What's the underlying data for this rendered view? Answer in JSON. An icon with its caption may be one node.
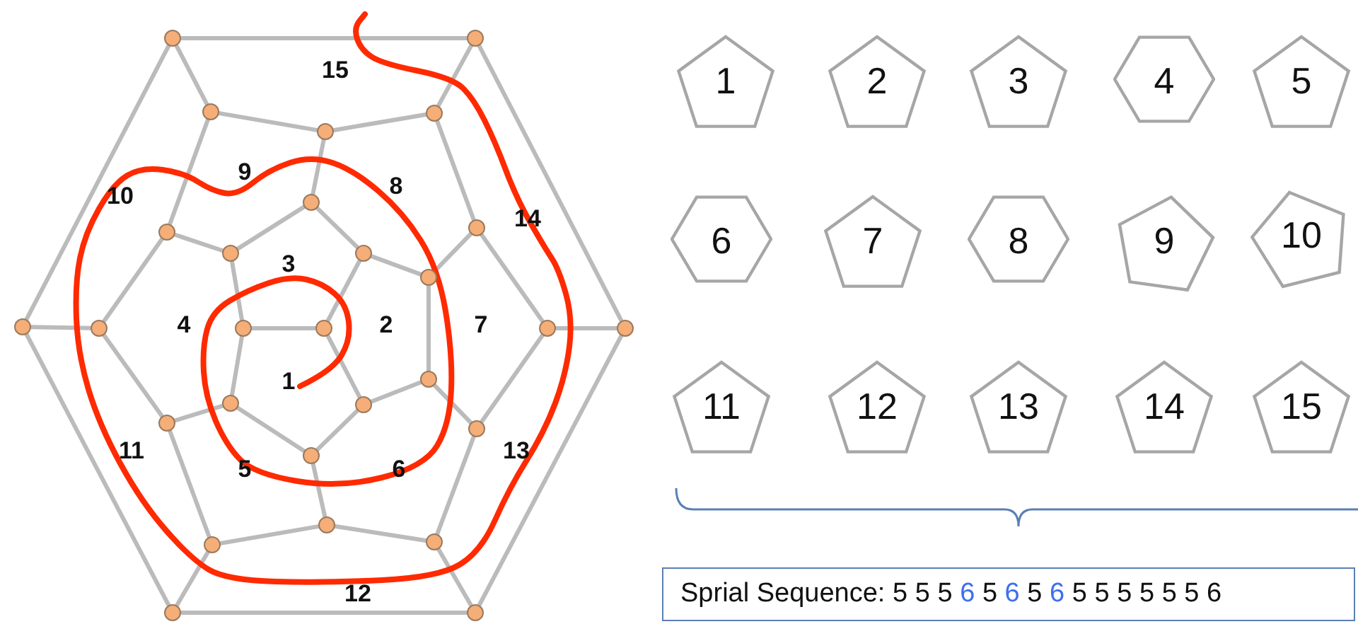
{
  "diagram": {
    "nodes": [
      {
        "text": [],
        "shape": "circle"
      },
      {
        "text": [],
        "shape": "circle"
      },
      {
        "text": [],
        "shape": "circle"
      },
      {
        "text": [],
        "shape": "circle"
      },
      {
        "text": [],
        "shape": "circle"
      },
      {
        "text": [],
        "shape": "circle"
      },
      {
        "text": [],
        "shape": "circle"
      },
      {
        "text": [],
        "shape": "circle"
      },
      {
        "text": [],
        "shape": "circle"
      },
      {
        "text": [],
        "shape": "circle"
      },
      {
        "text": [],
        "shape": "circle"
      },
      {
        "text": [],
        "shape": "circle"
      },
      {
        "text": [],
        "shape": "circle"
      },
      {
        "text": [],
        "shape": "circle"
      },
      {
        "text": [],
        "shape": "circle"
      },
      {
        "text": [],
        "shape": "circle"
      },
      {
        "text": [],
        "shape": "circle"
      },
      {
        "text": [],
        "shape": "circle"
      },
      {
        "text": [],
        "shape": "circle"
      },
      {
        "text": [],
        "shape": "circle"
      },
      {
        "text": [],
        "shape": "circle"
      },
      {
        "text": [],
        "shape": "circle"
      },
      {
        "text": [],
        "shape": "circle"
      },
      {
        "text": [],
        "shape": "circle"
      },
      {
        "text": [],
        "shape": "circle"
      },
      {
        "text": [],
        "shape": "circle"
      },
      {
        "text": [],
        "shape": "circle"
      },
      {
        "text": [],
        "shape": "circle"
      },
      {
        "text": [
          "1"
        ]
      },
      {
        "text": [
          "2"
        ]
      },
      {
        "text": [
          "3"
        ]
      },
      {
        "text": [
          "4"
        ]
      },
      {
        "text": [
          "5"
        ]
      },
      {
        "text": [
          "6"
        ]
      },
      {
        "text": [
          "7"
        ]
      },
      {
        "text": [
          "8"
        ]
      },
      {
        "text": [
          "9"
        ]
      },
      {
        "text": [
          "10"
        ]
      },
      {
        "text": [
          "11"
        ]
      },
      {
        "text": [
          "12"
        ]
      },
      {
        "text": [
          "13"
        ]
      },
      {
        "text": [
          "14"
        ]
      },
      {
        "text": [
          "15"
        ]
      },
      {
        "text": [
          "Sprial Sequence: 5 5 5 6 5 6 5 6 5 5 5 5 5 5 6"
        ]
      }
    ],
    "edges": [
      {
        "from": 0,
        "to": 1,
        "arrow": "none"
      },
      {
        "from": 1,
        "to": 16,
        "arrow": "none"
      },
      {
        "from": 16,
        "to": 27,
        "arrow": "none"
      },
      {
        "from": 27,
        "to": 26,
        "arrow": "none"
      },
      {
        "from": 26,
        "to": 11,
        "arrow": "none"
      },
      {
        "from": 11,
        "to": 0,
        "arrow": "none"
      },
      {
        "from": 0,
        "to": 2,
        "arrow": "none"
      },
      {
        "from": 1,
        "to": 4,
        "arrow": "none"
      },
      {
        "from": 16,
        "to": 15,
        "arrow": "none"
      },
      {
        "from": 27,
        "to": 25,
        "arrow": "none"
      },
      {
        "from": 26,
        "to": 24,
        "arrow": "none"
      },
      {
        "from": 11,
        "to": 12,
        "arrow": "none"
      },
      {
        "from": 2,
        "to": 3,
        "arrow": "none"
      },
      {
        "from": 3,
        "to": 4,
        "arrow": "none"
      },
      {
        "from": 4,
        "to": 6,
        "arrow": "none"
      },
      {
        "from": 6,
        "to": 15,
        "arrow": "none"
      },
      {
        "from": 15,
        "to": 21,
        "arrow": "none"
      },
      {
        "from": 21,
        "to": 25,
        "arrow": "none"
      },
      {
        "from": 25,
        "to": 23,
        "arrow": "none"
      },
      {
        "from": 23,
        "to": 24,
        "arrow": "none"
      },
      {
        "from": 24,
        "to": 20,
        "arrow": "none"
      },
      {
        "from": 20,
        "to": 12,
        "arrow": "none"
      },
      {
        "from": 12,
        "to": 7,
        "arrow": "none"
      },
      {
        "from": 7,
        "to": 2,
        "arrow": "none"
      },
      {
        "from": 3,
        "to": 5,
        "arrow": "none"
      },
      {
        "from": 6,
        "to": 10,
        "arrow": "none"
      },
      {
        "from": 21,
        "to": 17,
        "arrow": "none"
      },
      {
        "from": 23,
        "to": 22,
        "arrow": "none"
      },
      {
        "from": 20,
        "to": 19,
        "arrow": "none"
      },
      {
        "from": 7,
        "to": 8,
        "arrow": "none"
      },
      {
        "from": 5,
        "to": 8,
        "arrow": "none"
      },
      {
        "from": 5,
        "to": 9,
        "arrow": "none"
      },
      {
        "from": 9,
        "to": 10,
        "arrow": "none"
      },
      {
        "from": 10,
        "to": 17,
        "arrow": "none"
      },
      {
        "from": 17,
        "to": 18,
        "arrow": "none"
      },
      {
        "from": 18,
        "to": 22,
        "arrow": "none"
      },
      {
        "from": 22,
        "to": 19,
        "arrow": "none"
      },
      {
        "from": 19,
        "to": 13,
        "arrow": "none"
      },
      {
        "from": 13,
        "to": 8,
        "arrow": "none"
      },
      {
        "from": 13,
        "to": 14,
        "arrow": "none"
      },
      {
        "from": 14,
        "to": 9,
        "arrow": "none"
      },
      {
        "from": 14,
        "to": 18,
        "arrow": "none"
      }
    ],
    "labels": [
      "15",
      "9",
      "8",
      "10",
      "14",
      "3",
      "4",
      "2",
      "7",
      "1",
      "11",
      "13",
      "5",
      "6",
      "12"
    ]
  }
}
